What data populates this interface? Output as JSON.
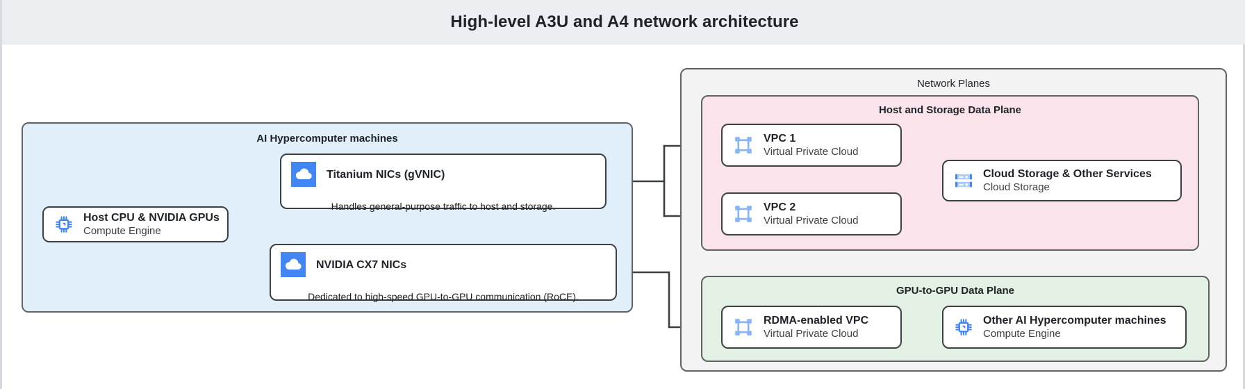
{
  "header": {
    "title": "High-level A3U and A4 network architecture"
  },
  "groups": {
    "machines": {
      "label": "AI Hypercomputer machines"
    },
    "network_planes": {
      "label": "Network Planes"
    },
    "host_storage_plane": {
      "label": "Host and Storage Data Plane"
    },
    "gpu_plane": {
      "label": "GPU-to-GPU Data Plane"
    }
  },
  "cards": {
    "host": {
      "title": "Host CPU & NVIDIA GPUs",
      "subtitle": "Compute Engine",
      "icon": "chip-icon"
    },
    "titanium": {
      "title": "Titanium NICs (gVNIC)",
      "note": "Handles general-purpose traffic to host and storage.",
      "icon": "cloud-icon"
    },
    "cx7": {
      "title": "NVIDIA CX7 NICs",
      "note": "Dedicated to high-speed GPU-to-GPU communication (RoCE).",
      "icon": "cloud-icon"
    },
    "vpc1": {
      "title": "VPC 1",
      "subtitle": "Virtual Private Cloud",
      "icon": "vpc-icon"
    },
    "vpc2": {
      "title": "VPC 2",
      "subtitle": "Virtual Private Cloud",
      "icon": "vpc-icon"
    },
    "storage": {
      "title": "Cloud Storage & Other Services",
      "subtitle": "Cloud Storage",
      "icon": "storage-icon"
    },
    "rdma": {
      "title": "RDMA-enabled VPC",
      "subtitle": "Virtual Private Cloud",
      "icon": "vpc-icon"
    },
    "other_machines": {
      "title": "Other AI Hypercomputer machines",
      "subtitle": "Compute Engine",
      "icon": "chip-icon"
    }
  },
  "colors": {
    "header_bg": "#eceff1",
    "machines_bg": "#e1effb",
    "network_planes_bg": "#f3f3f3",
    "host_storage_plane_bg": "#fae3ea",
    "gpu_plane_bg": "#e3f0e4",
    "card_border": "#3c4043",
    "connector": "#3c4043",
    "icon_blue": "#4285f4",
    "icon_blue_light": "#8ab4f8",
    "text": "#1f2329"
  }
}
